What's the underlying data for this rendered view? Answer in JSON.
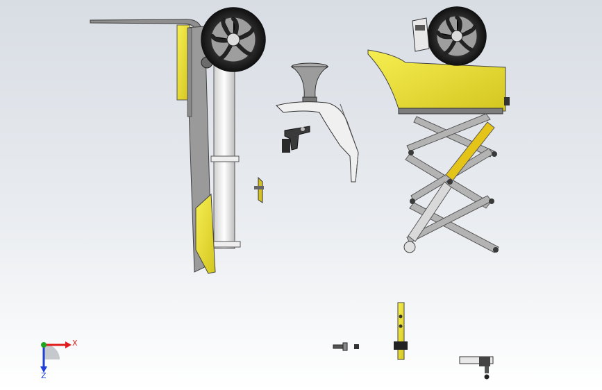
{
  "viewport": {
    "background_top": "#d8dde4",
    "background_bottom": "#ffffff"
  },
  "colors": {
    "part_yellow": "#f2e633",
    "part_yellow_shade": "#c9bd1e",
    "metal_gray": "#9b9b9b",
    "metal_dark": "#4a4a4a",
    "metal_light": "#e8e8e8",
    "axis_x": "#e01b1b",
    "axis_y": "#1fa61f",
    "axis_z": "#1f3fd6"
  },
  "triad": {
    "x_label": "X",
    "z_label": "Z",
    "icon": "coordinate-triad-icon"
  },
  "parts": [
    {
      "name": "scooter-frame-with-wheel",
      "icon": "wheel-icon"
    },
    {
      "name": "bent-bracket-with-funnel",
      "icon": "funnel-icon"
    },
    {
      "name": "small-clamp",
      "icon": "clamp-icon"
    },
    {
      "name": "scissor-lift-with-wheel",
      "icon": "scissor-lift-icon"
    },
    {
      "name": "small-bolt",
      "icon": "bolt-icon"
    },
    {
      "name": "yellow-strip",
      "icon": "strip-icon"
    },
    {
      "name": "small-motor-bracket",
      "icon": "bracket-icon"
    }
  ]
}
